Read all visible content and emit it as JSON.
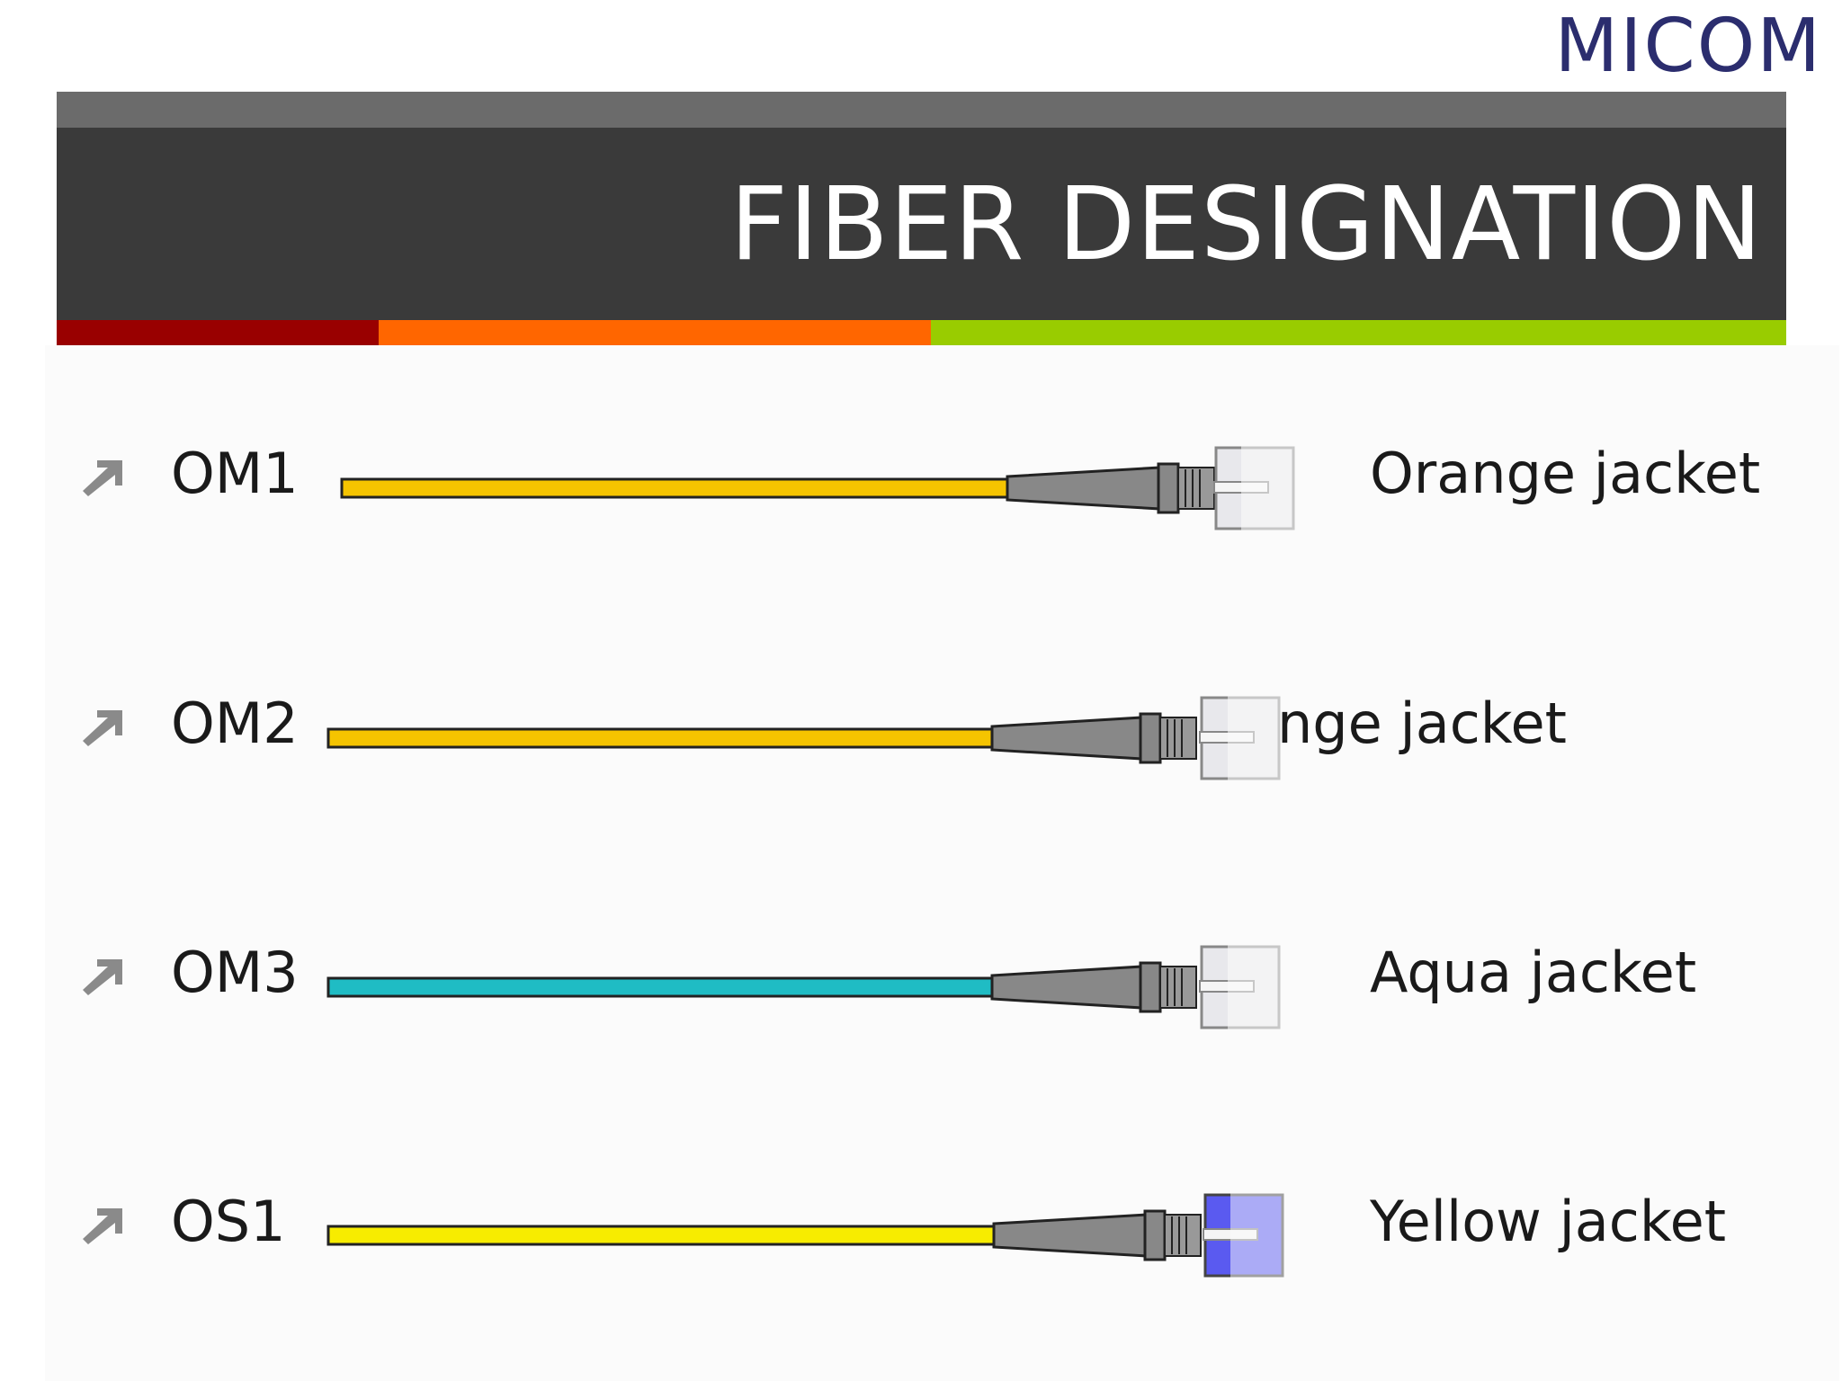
{
  "logo": {
    "text": "MICOM"
  },
  "header": {
    "title": "FIBER DESIGNATION"
  },
  "stripe_colors": [
    "#990000",
    "#ff6600",
    "#99cc00"
  ],
  "rows": [
    {
      "code": "OM1",
      "description": "Orange jacket",
      "cable_color": "#f5c400",
      "cap_color": "#e8e8ec"
    },
    {
      "code": "OM2",
      "description": "nge jacket",
      "cable_color": "#f5c400",
      "cap_color": "#e8e8ec"
    },
    {
      "code": "OM3",
      "description": "Aqua jacket",
      "cable_color": "#1fbcc4",
      "cap_color": "#e8e8ec"
    },
    {
      "code": "OS1",
      "description": "Yellow jacket",
      "cable_color": "#f7ec00",
      "cap_color": "#5a5af0"
    }
  ]
}
